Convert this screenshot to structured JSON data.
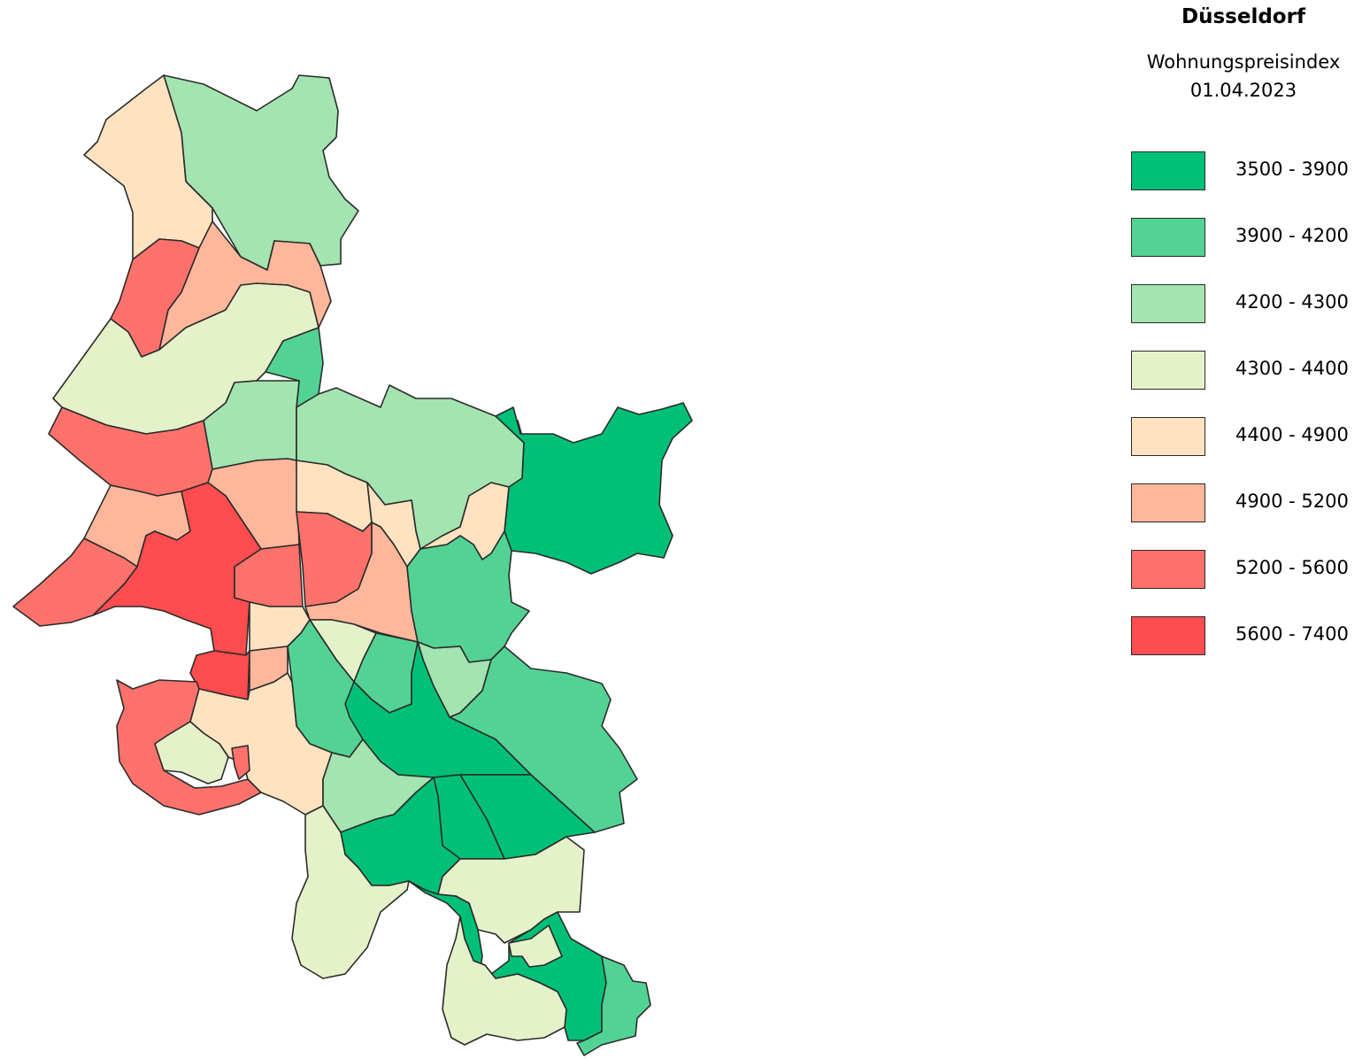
{
  "legend": {
    "title": "Düsseldorf",
    "subtitle_line1": "Wohnungspreisindex",
    "subtitle_line2": "01.04.2023",
    "classes": [
      {
        "label": "3500 - 3900",
        "color": "#00c077"
      },
      {
        "label": "3900 - 4200",
        "color": "#52d394"
      },
      {
        "label": "4200 - 4300",
        "color": "#a3e4b0"
      },
      {
        "label": "4300 - 4400",
        "color": "#e5f2c9"
      },
      {
        "label": "4400 - 4900",
        "color": "#ffe2c0"
      },
      {
        "label": "4900 - 5200",
        "color": "#ffb79c"
      },
      {
        "label": "5200 - 5600",
        "color": "#ff726c"
      },
      {
        "label": "5600 - 7400",
        "color": "#ff4c4e"
      }
    ]
  },
  "stroke_color": "#2b2b2b"
}
